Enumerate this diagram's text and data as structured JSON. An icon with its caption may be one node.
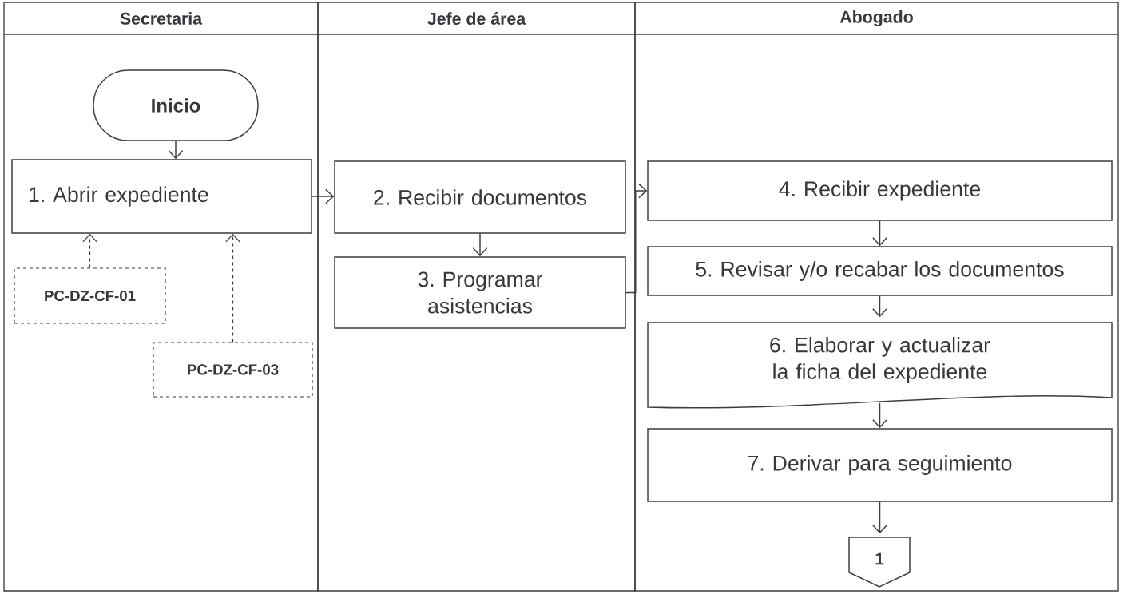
{
  "diagram": {
    "nodes": [
      {
        "text": [
          "Secretaria"
        ]
      },
      {
        "text": [
          "Inicio"
        ],
        "in": 0
      },
      {
        "text": [
          "1. Abrir expediente"
        ],
        "in": 0
      },
      {
        "text": [
          "PC-DZ-CF-01"
        ],
        "in": 0
      },
      {
        "text": [
          "PC-DZ-CF-03"
        ],
        "in": 0
      },
      {
        "text": [
          "Jefe de área"
        ]
      },
      {
        "text": [
          "2. Recibir documentos"
        ],
        "in": 5
      },
      {
        "text": [
          "3. Programar asistencias"
        ],
        "in": 5
      },
      {
        "text": [
          "Abogado"
        ]
      },
      {
        "text": [
          "4. Recibir expediente"
        ],
        "in": 8
      },
      {
        "text": [
          "5. Revisar y/o recabar los documentos"
        ],
        "in": 8
      },
      {
        "text": [
          "6. Elaborar y actualizar la ficha del expediente"
        ],
        "in": 8
      },
      {
        "text": [
          "7. Derivar para seguimiento"
        ],
        "in": 8
      },
      {
        "text": [
          "1"
        ],
        "in": 8
      }
    ],
    "edges": [
      {
        "from": 1,
        "to": 2,
        "arrow": "to"
      },
      {
        "from": 3,
        "to": 2,
        "arrow": "to",
        "style": "dashed"
      },
      {
        "from": 4,
        "to": 2,
        "arrow": "to",
        "style": "dashed"
      },
      {
        "from": 2,
        "to": 6,
        "arrow": "to"
      },
      {
        "from": 6,
        "to": 7,
        "arrow": "to"
      },
      {
        "from": 7,
        "to": 9,
        "arrow": "to"
      },
      {
        "from": 9,
        "to": 10,
        "arrow": "to"
      },
      {
        "from": 10,
        "to": 11,
        "arrow": "to"
      },
      {
        "from": 11,
        "to": 12,
        "arrow": "to"
      },
      {
        "from": 12,
        "to": 13,
        "arrow": "to"
      }
    ]
  }
}
